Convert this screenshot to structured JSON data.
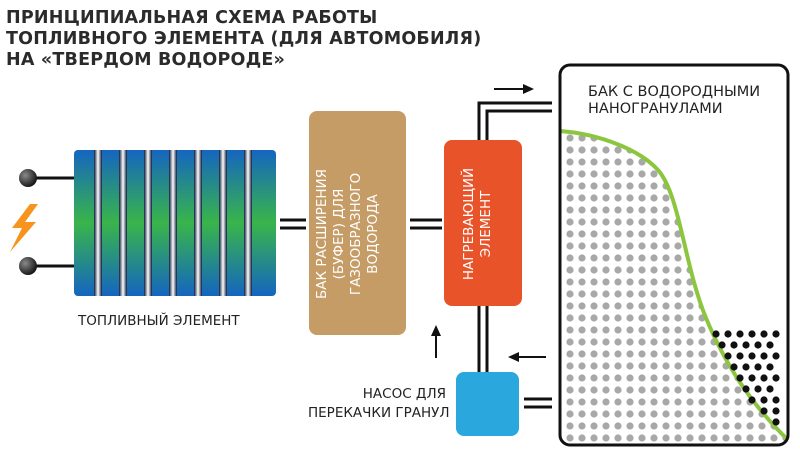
{
  "title": {
    "line1": "ПРИНЦИПИАЛЬНАЯ СХЕМА РАБОТЫ",
    "line2": "ТОПЛИВНОГО ЭЛЕМЕНТА (ДЛЯ АВТОМОБИЛЯ)",
    "line3": "НА «ТВЕРДОМ ВОДОРОДЕ»"
  },
  "fuel_cell": {
    "label": "ТОПЛИВНЫЙ ЭЛЕМЕНТ"
  },
  "buffer": {
    "line1": "БАК РАСШИРЕНИЯ",
    "line2": "(БУФЕР) ДЛЯ",
    "line3": "ГАЗООБРАЗНОГО",
    "line4": "ВОДОРОДА"
  },
  "heater": {
    "line1": "НАГРЕВАЮЩИЙ",
    "line2": "ЭЛЕМЕНТ"
  },
  "pump": {
    "line1": "НАСОС ДЛЯ",
    "line2": "ПЕРЕКАЧКИ ГРАНУЛ"
  },
  "tank": {
    "line1": "БАК С ВОДОРОДНЫМИ",
    "line2": "НАНОГРАНУЛАМИ"
  },
  "colors": {
    "buffer": "#c69c66",
    "heater": "#e8532a",
    "pump": "#2aa7dc",
    "tank_curve": "#8cc63f",
    "fuel_cell_blue": "#1565c0",
    "fuel_cell_green": "#39b54a",
    "lightning": "#f7941d"
  }
}
